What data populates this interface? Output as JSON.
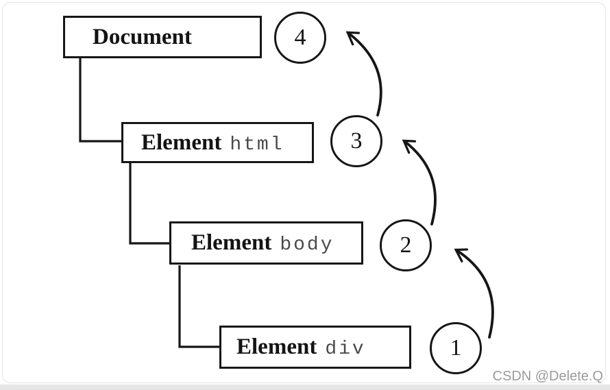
{
  "diagram": {
    "description": "DOM event bubbling order diagram",
    "nodes": [
      {
        "label": "Document",
        "code": "",
        "number": "4"
      },
      {
        "label": "Element",
        "code": "html",
        "number": "3"
      },
      {
        "label": "Element",
        "code": "body",
        "number": "2"
      },
      {
        "label": "Element",
        "code": "div",
        "number": "1"
      }
    ],
    "watermark": "CSDN @Delete.Q",
    "colors": {
      "line": "#161616",
      "code_text": "#4a4a4a",
      "watermark": "#9a9a9a",
      "frame_border": "#e5e5e5",
      "bottom_strip": "#e6e6e6"
    }
  }
}
